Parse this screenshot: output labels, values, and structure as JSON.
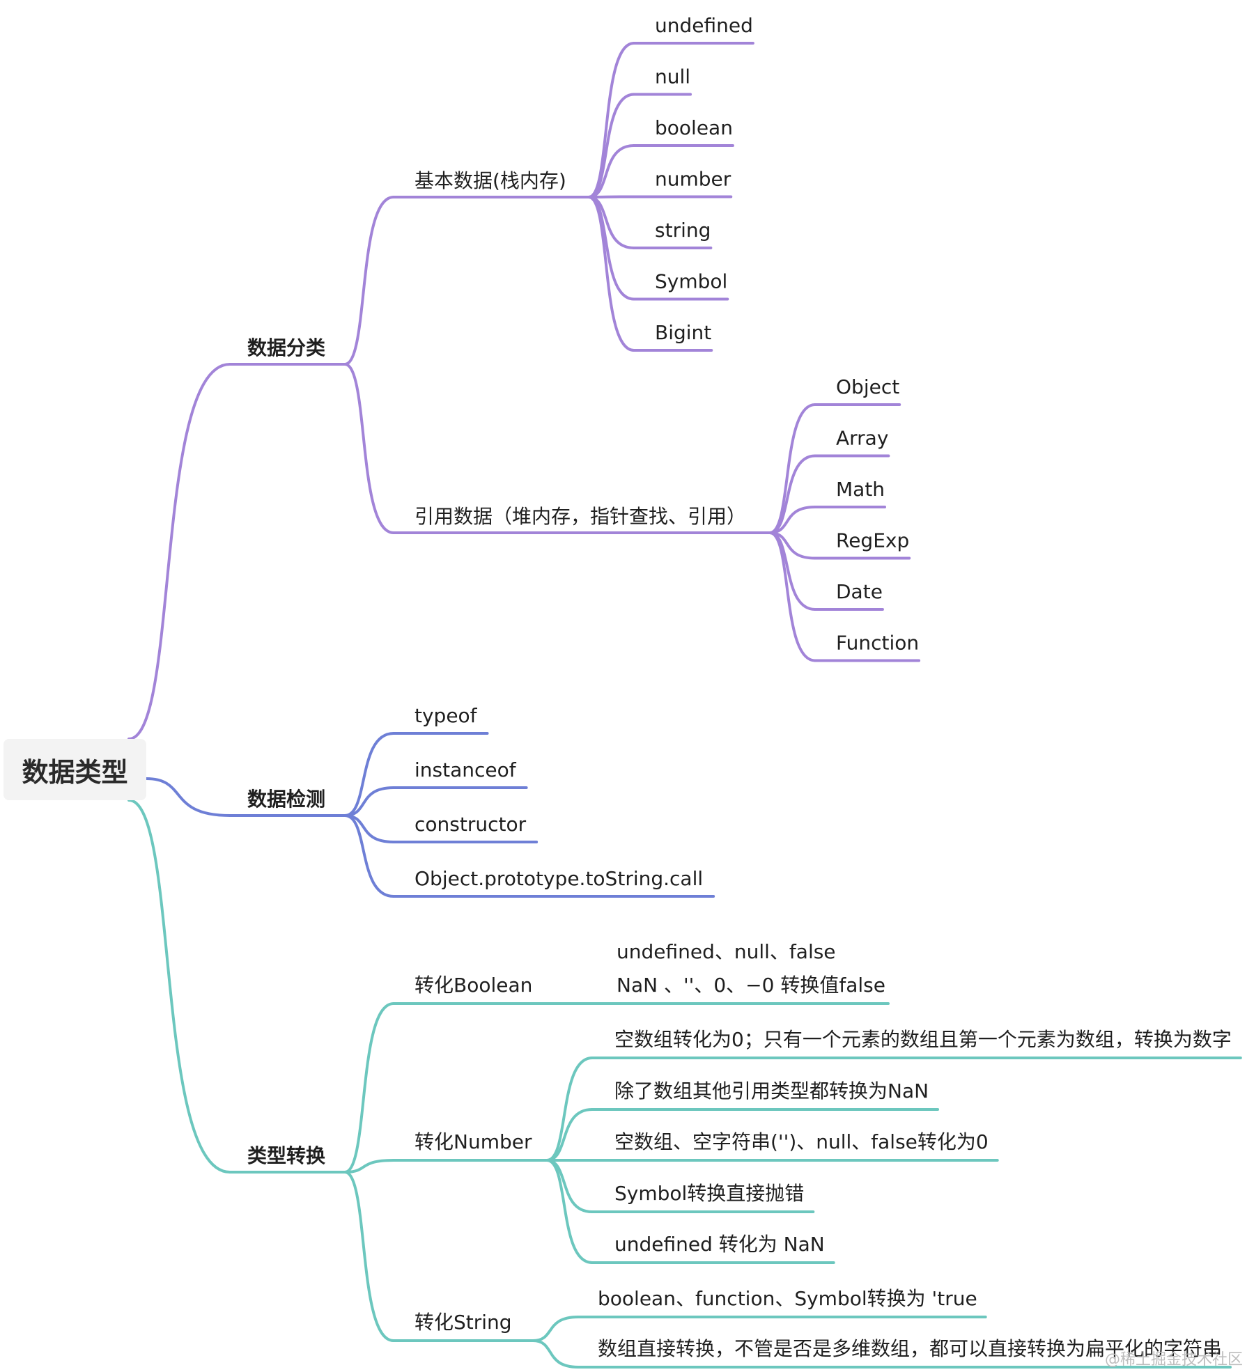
{
  "root": "数据类型",
  "branches": [
    {
      "label": "数据分类",
      "color": "#a284d8",
      "children": [
        {
          "label": "基本数据(栈内存)",
          "children": [
            "undefined",
            "null",
            "boolean",
            "number",
            "string",
            "Symbol",
            "Bigint"
          ]
        },
        {
          "label": "引用数据（堆内存，指针查找、引用）",
          "children": [
            "Object",
            "Array",
            "Math",
            "RegExp",
            "Date",
            "Function"
          ]
        }
      ]
    },
    {
      "label": "数据检测",
      "color": "#6e7fd6",
      "children": [
        "typeof",
        "instanceof",
        "constructor",
        "Object.prototype.toString.call"
      ]
    },
    {
      "label": "类型转换",
      "color": "#6cc7be",
      "children": [
        {
          "label": "转化Boolean",
          "note_lines": [
            "undefined、null、false",
            "NaN 、''、0、−0 转换值false"
          ]
        },
        {
          "label": "转化Number",
          "children": [
            "空数组转化为0；只有一个元素的数组且第一个元素为数组，转换为数字",
            "除了数组其他引用类型都转换为NaN",
            "空数组、空字符串('')、null、false转化为0",
            "Symbol转换直接抛错",
            "undefined 转化为 NaN"
          ]
        },
        {
          "label": "转化String",
          "children": [
            "boolean、function、Symbol转换为 'true",
            "数组直接转换，不管是否是多维数组，都可以直接转换为扁平化的字符串"
          ]
        }
      ]
    }
  ],
  "watermark": "@稀土掘金技术社区"
}
